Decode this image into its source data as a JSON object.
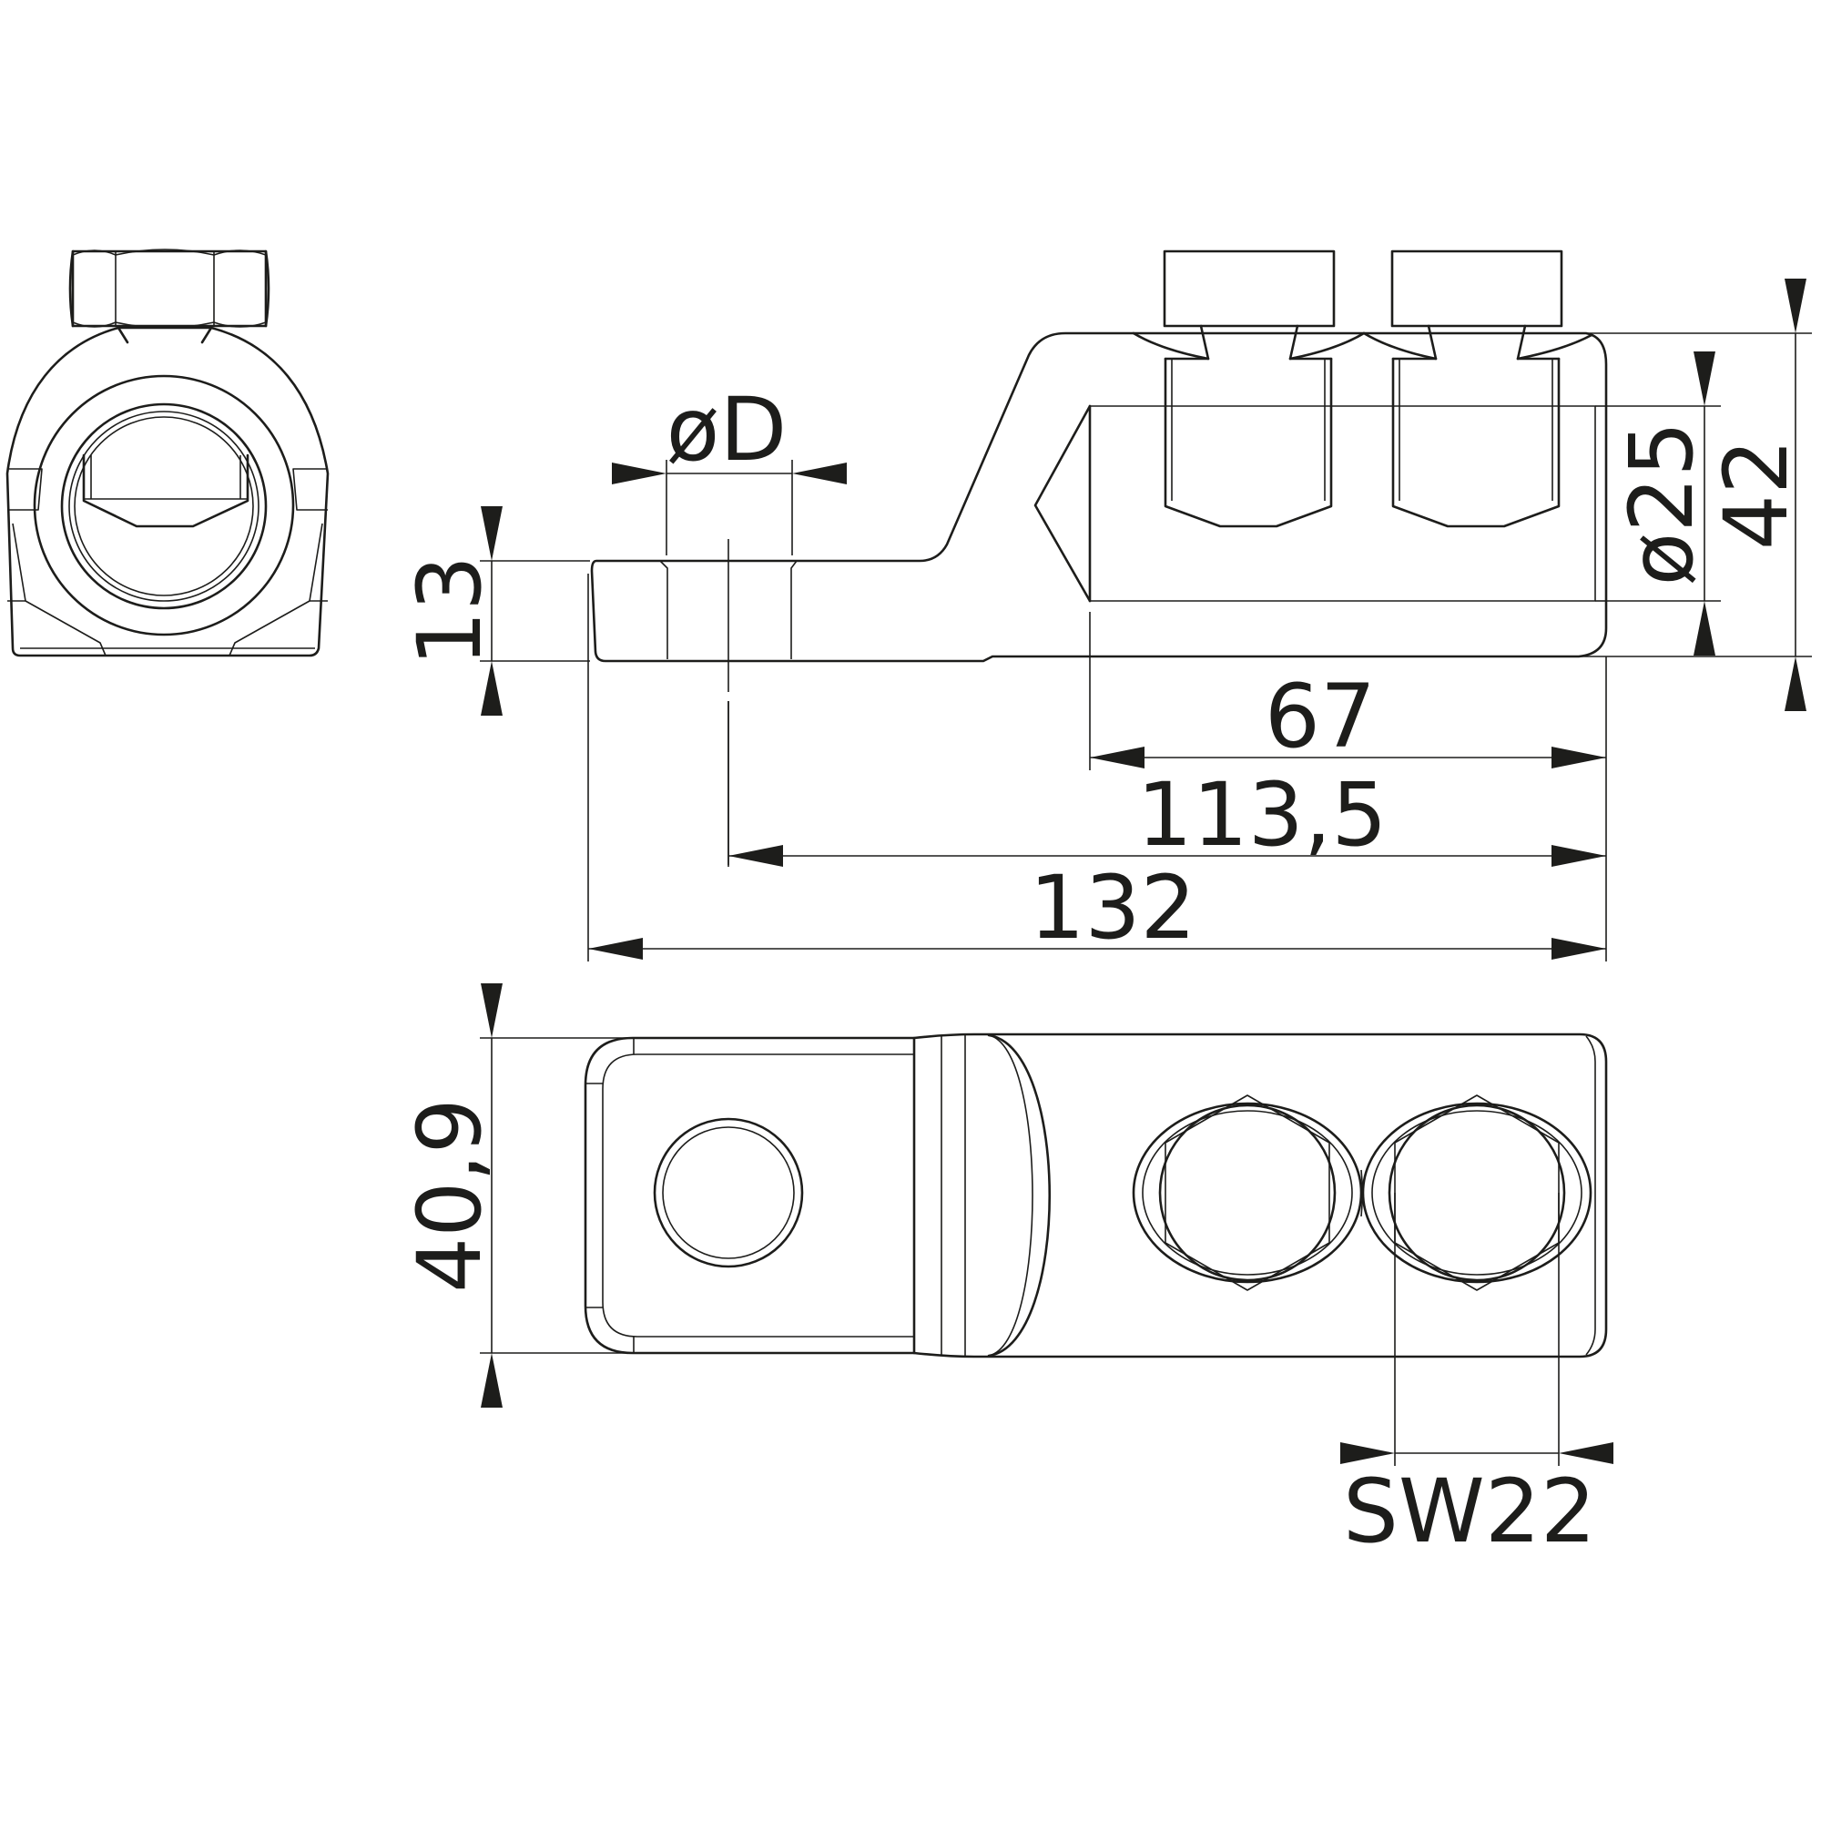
{
  "dimensions": {
    "hole_diameter": "øD",
    "lug_thickness": "13",
    "bore_diameter": "ø25",
    "total_height": "42",
    "barrel_length": "67",
    "hole_to_end": "113,5",
    "total_length": "132",
    "width": "40,9",
    "wrench_size": "SW22"
  },
  "colors": {
    "line": "#1d1d1b",
    "background": "#ffffff"
  }
}
